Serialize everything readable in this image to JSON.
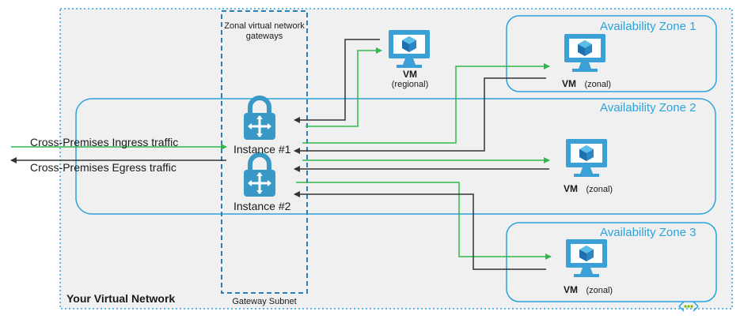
{
  "diagram": {
    "vnet_title": "Your Virtual Network",
    "subnet_title": "Gateway Subnet",
    "gateways_title": "Zonal virtual network gateways",
    "zones": [
      {
        "label": "Availability Zone 1"
      },
      {
        "label": "Availability Zone 2"
      },
      {
        "label": "Availability Zone 3"
      }
    ],
    "instances": [
      {
        "label": "Instance #1"
      },
      {
        "label": "Instance #2"
      }
    ],
    "traffic": {
      "ingress": "Cross-Premises Ingress traffic",
      "egress": "Cross-Premises Egress traffic"
    },
    "vms": [
      {
        "name": "VM",
        "sub": "(regional)"
      },
      {
        "name": "VM",
        "sub": "(zonal)"
      },
      {
        "name": "VM",
        "sub": "(zonal)"
      },
      {
        "name": "VM",
        "sub": "(zonal)"
      }
    ],
    "colors": {
      "zone": "#2aa3dc",
      "gateway": "#3999c6",
      "vm": "#3aa0d6",
      "ingress": "#2fb84a",
      "egress": "#333333"
    }
  }
}
